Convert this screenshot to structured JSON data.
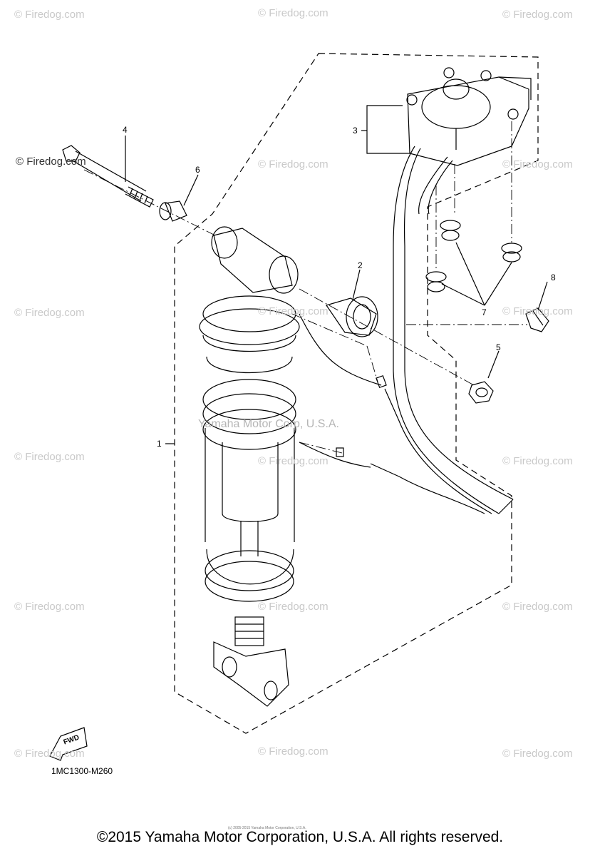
{
  "watermark": "© Firedog.com",
  "watermark_center": "Yamaha Motor Corp, U.S.A.",
  "callouts": [
    "1",
    "2",
    "3",
    "4",
    "5",
    "6",
    "7",
    "8"
  ],
  "fwd_label": "FWD",
  "diagram_code": "1MC1300-M260",
  "footer_small": "(c) 2005-2015 Yamaha Motor Corporation, U.S.A.",
  "copyright": "©2015 Yamaha Motor Corporation, U.S.A. All rights reserved."
}
